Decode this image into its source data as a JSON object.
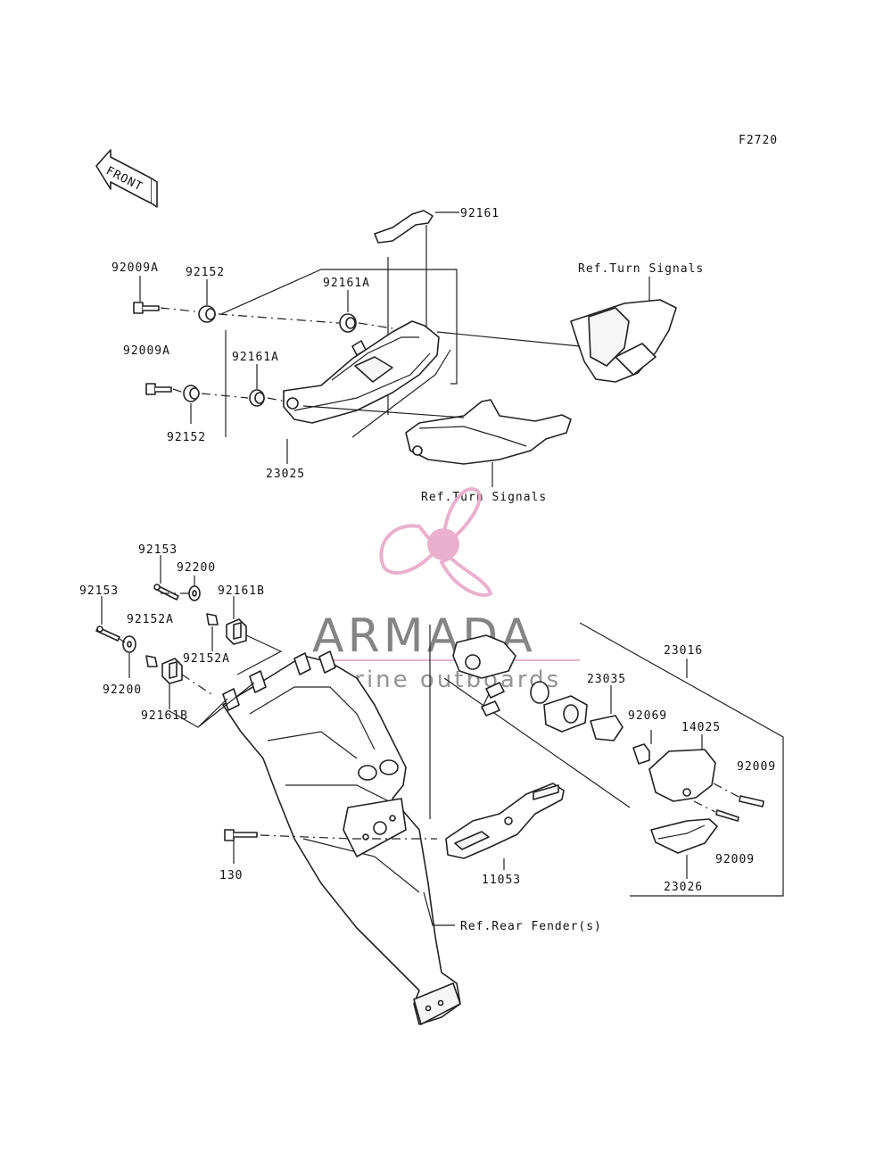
{
  "diagram": {
    "figure_code": "F2720",
    "front_arrow_text": "FRONT",
    "parts": {
      "p92161": "92161",
      "p92009A_top": "92009A",
      "p92152_top": "92152",
      "p92161A_top": "92161A",
      "p92009A_mid": "92009A",
      "p92161A_mid": "92161A",
      "p92152_mid": "92152",
      "p23025": "23025",
      "ref_turn_signals_top": "Ref.Turn Signals",
      "ref_turn_signals_bottom": "Ref.Turn Signals",
      "p92153_a": "92153",
      "p92200_a": "92200",
      "p92161B_a": "92161B",
      "p92153_b": "92153",
      "p92152A_a": "92152A",
      "p92152A_b": "92152A",
      "p92200_b": "92200",
      "p92161B_b": "92161B",
      "p23016": "23016",
      "p23035": "23035",
      "p92069": "92069",
      "p14025": "14025",
      "p92009_a": "92009",
      "p92009_b": "92009",
      "p23026": "23026",
      "p130": "130",
      "p11053": "11053",
      "ref_rear_fender": "Ref.Rear Fender(s)"
    }
  },
  "watermark": {
    "brand": "ARMADA",
    "tagline": "marine outboards",
    "accent_color": "#e8a8c8",
    "text_color": "#777777"
  }
}
